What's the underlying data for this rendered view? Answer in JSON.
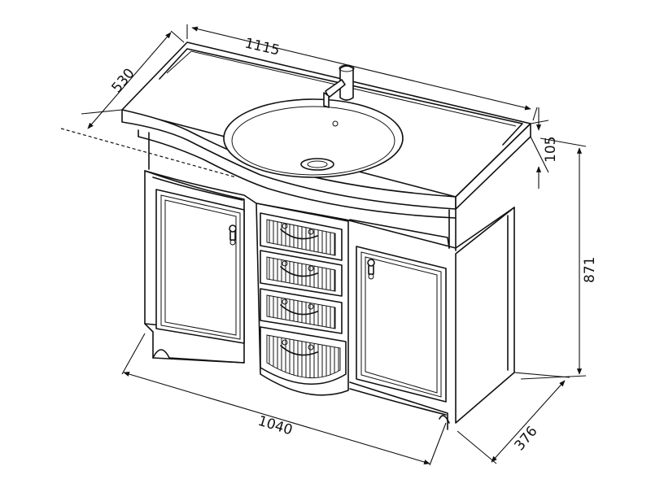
{
  "dimensions": {
    "top_width": "1115",
    "top_depth": "530",
    "top_height": "105",
    "total_height": "871",
    "base_width": "1040",
    "base_depth": "376"
  },
  "colors": {
    "line": "#111111",
    "background": "#ffffff"
  }
}
